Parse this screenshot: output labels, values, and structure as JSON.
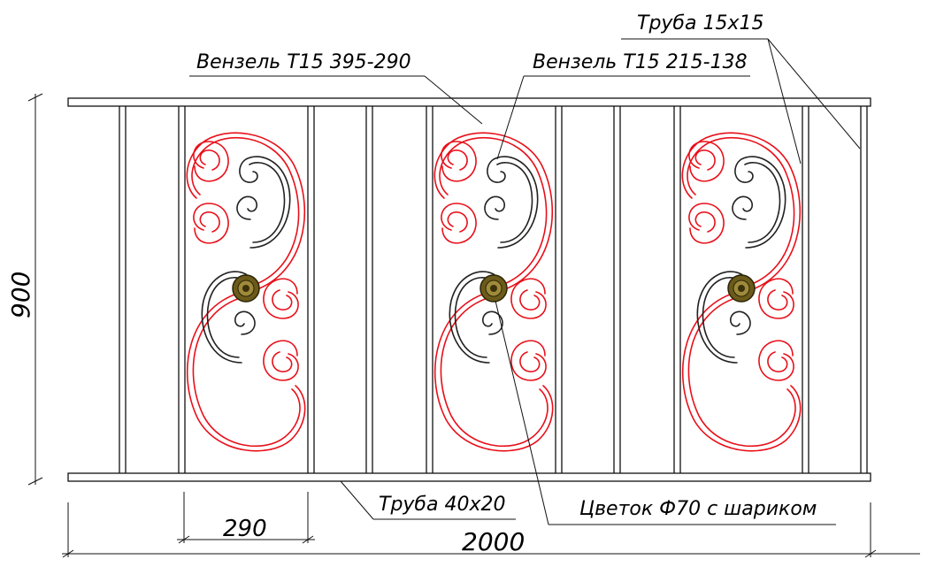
{
  "labels": {
    "pipe_top": "Труба 15х15",
    "scroll_large": "Вензель Т15 395-290",
    "scroll_small": "Вензель Т15 215-138",
    "pipe_bottom": "Труба 40х20",
    "flower": "Цветок Ф70 с шариком"
  },
  "dimensions": {
    "height": "900",
    "section_width": "290",
    "total_width": "2000"
  },
  "colors": {
    "scroll_red": "#e8101a",
    "scroll_black": "#222222",
    "flower": "#6b5a1a",
    "lines": "#111111"
  }
}
